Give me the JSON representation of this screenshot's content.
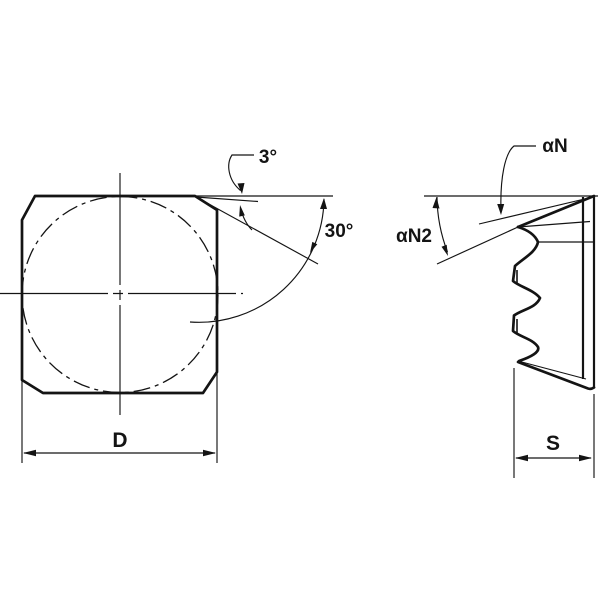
{
  "figure": {
    "type": "technical-drawing",
    "description": "Square indexable milling insert: front view with inscribed circle and side profile with serrated edge",
    "colors": {
      "line": "#141414",
      "background": "#ffffff"
    },
    "front_view": {
      "diameter_label": "D",
      "corner_angle_label": "30°",
      "facet_angle_label": "3°"
    },
    "side_view": {
      "thickness_label": "S",
      "clearance_angle_label": "αN",
      "secondary_clearance_angle_label": "αN2"
    }
  }
}
